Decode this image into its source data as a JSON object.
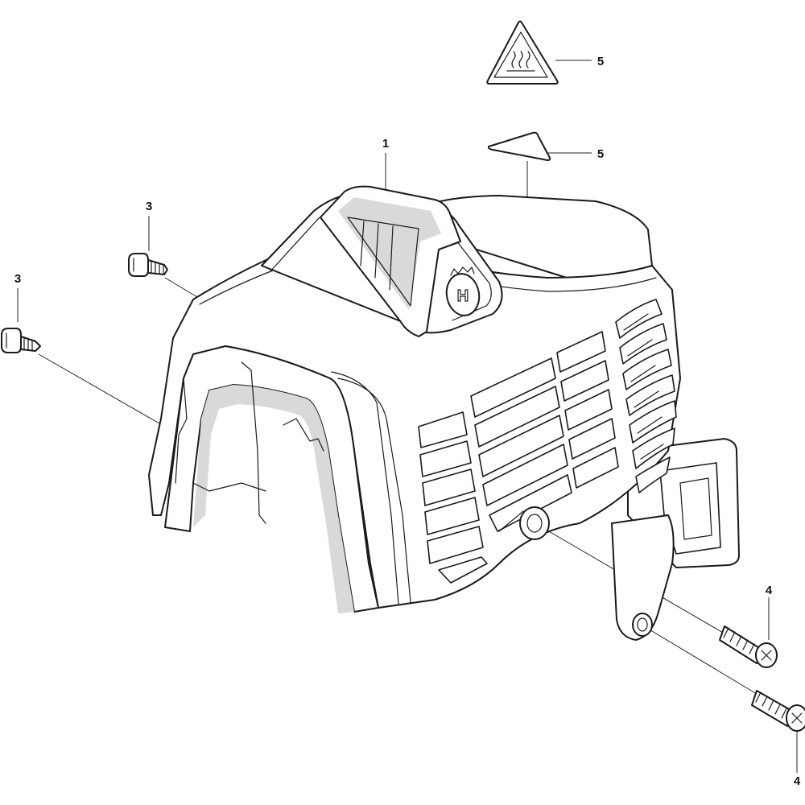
{
  "callouts": {
    "label_1": "1",
    "label_3_upper": "3",
    "label_3_left": "3",
    "label_4_upper": "4",
    "label_4_lower": "4",
    "label_5_warning": "5",
    "label_5_arrow": "5"
  },
  "logo_letter": "H",
  "icons": [
    "hot-surface-warning-icon",
    "direction-arrow-decal",
    "screw-icon",
    "husqvarna-logo-icon"
  ]
}
